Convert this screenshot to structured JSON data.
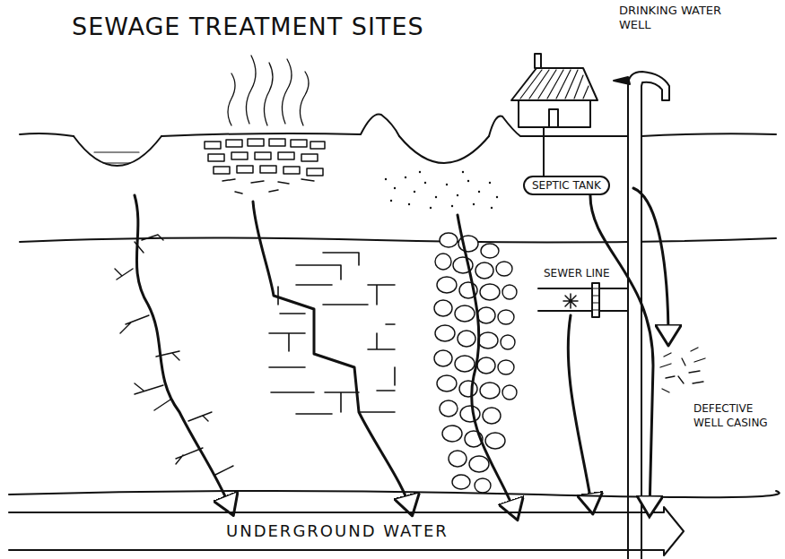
{
  "diagram": {
    "title": "SEWAGE TREATMENT SITES",
    "nodes": [
      {
        "text": [
          "SEPTIC TANK"
        ]
      },
      {
        "text": [
          "UNDERGROUND WATER"
        ]
      }
    ],
    "edges": [
      {
        "from": 0,
        "to": 1,
        "arrow": "to"
      }
    ],
    "labels": [
      "DRINKING WATER WELL",
      "SEWER LINE",
      "DEFECTIVE WELL CASING"
    ]
  }
}
